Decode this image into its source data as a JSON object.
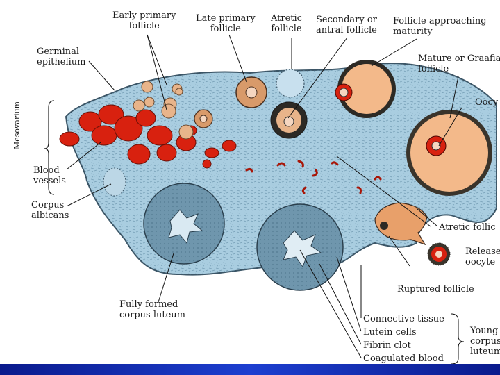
{
  "colors": {
    "stroma": "#a9cde0",
    "stroma_edge": "#3b5566",
    "blood": "#d8210f",
    "follicle_fill": "#f3b98a",
    "corpus": "#8fb7cf",
    "bar": "#1433b0"
  },
  "labels": {
    "early_primary": "Early primary\nfollicle",
    "late_primary": "Late primary\nfollicle",
    "atretic_top": "Atretic\nfollicle",
    "secondary": "Secondary or\nantral follicle",
    "approaching": "Follicle approaching\nmaturity",
    "germinal": "Germinal\nepithelium",
    "mature": "Mature or Graafia\nfollicle",
    "oocyte": "Oocy",
    "mesovarium": "Mesovarium",
    "blood_vessels": "Blood\nvessels",
    "corpus_albicans": "Corpus\nalbicans",
    "atretic_right": "Atretic follic",
    "released_oocyte": "Release\noocyte",
    "ruptured": "Ruptured follicle",
    "corpus_luteum": "Fully formed\ncorpus luteum",
    "connective": "Connective tissue",
    "lutein": "Lutein cells",
    "fibrin": "Fibrin clot",
    "coagulated": "Coagulated blood",
    "young_corpus": "Young\ncorpus\nluteum"
  }
}
